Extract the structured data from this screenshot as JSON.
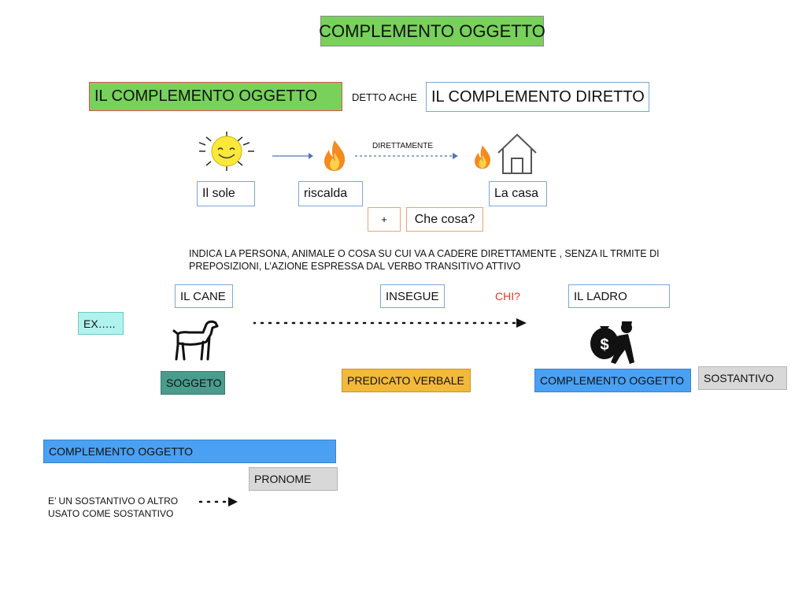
{
  "title": "COMPLEMENTO OGGETTO",
  "definition": {
    "term": "IL COMPLEMENTO OGGETTO",
    "connector": "DETTO ACHE",
    "alias": "IL COMPLEMENTO DIRETTO"
  },
  "example1": {
    "subject": "Il sole",
    "verb": "riscalda",
    "arrow_label": "DIRETTAMENTE",
    "object": "La casa",
    "plus": "+",
    "question": "Che cosa?"
  },
  "explanation": [
    "INDICA LA PERSONA, ANIMALE O COSA SU CUI VA A CADERE DIRETTAMENTE , SENZA IL TRMITE DI",
    "PREPOSIZIONI, L’AZIONE ESPRESSA DAL VERBO TRANSITIVO ATTIVO"
  ],
  "example2": {
    "ex_label": "EX…..",
    "subject": "IL CANE",
    "verb": "INSEGUE",
    "question": "CHI?",
    "object": "IL LADRO",
    "subject_role": "SOGGETO",
    "verb_role": "PREDICATO VERBALE",
    "object_role": "COMPLEMENTO OGGETTO",
    "object_type": "SOSTANTIVO"
  },
  "bottom": {
    "header": "COMPLEMENTO OGGETTO",
    "pronoun": "PRONOME",
    "note": [
      "E’ UN SOSTANTIVO O ALTRO",
      "USATO COME SOSTANTIVO"
    ]
  },
  "colors": {
    "green": "#77d15a",
    "red_border": "#d9534f",
    "blue_border": "#7aa7d8",
    "orange_border": "#f0a070",
    "cyan": "#b0f2ee",
    "teal": "#4a9c8c",
    "orange_fill": "#f2b93b",
    "blue_fill": "#4aa0f2",
    "gray_fill": "#d8d8d8",
    "question_red": "#e23a2a"
  },
  "icons": [
    "sun-icon",
    "fire-icon",
    "house-icon",
    "dog-icon",
    "thief-icon"
  ]
}
